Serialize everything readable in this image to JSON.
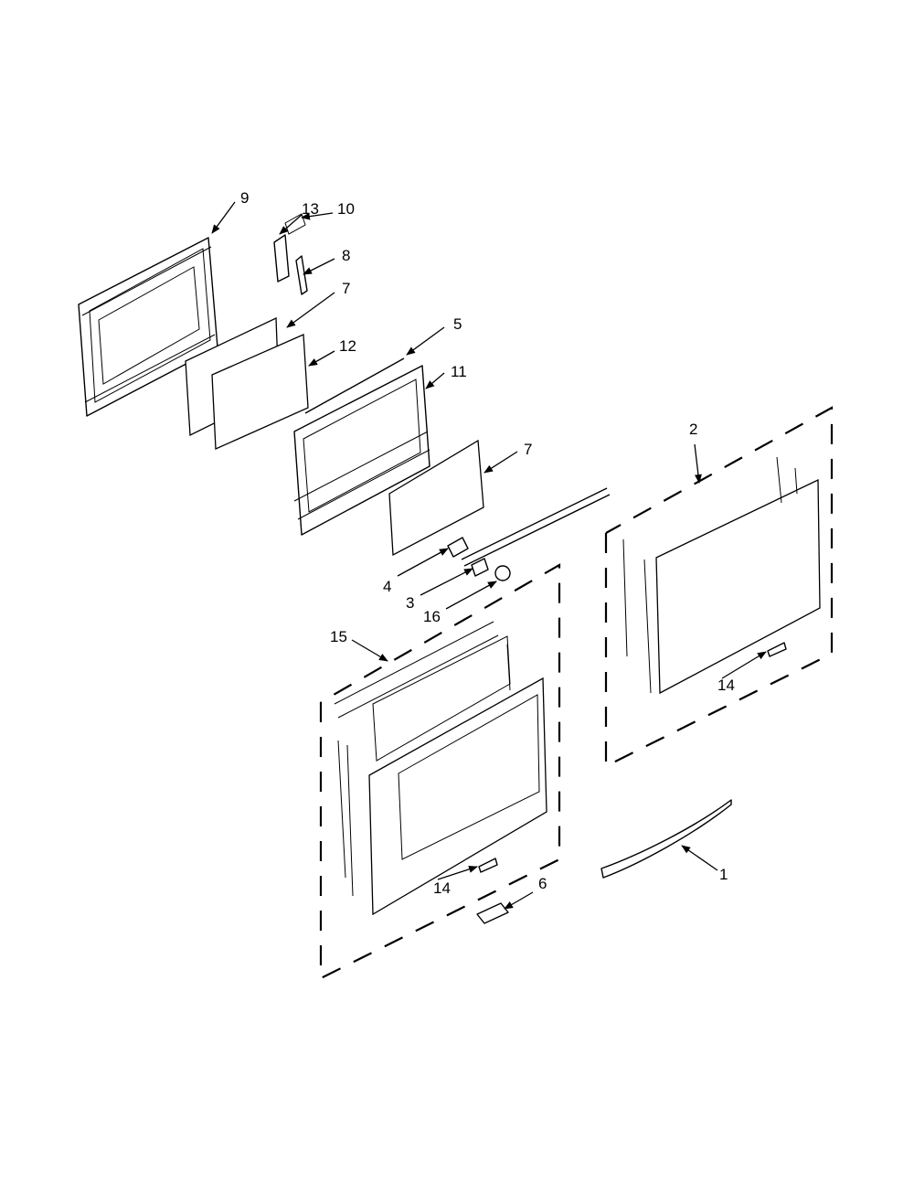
{
  "diagram": {
    "callouts": {
      "c1": "1",
      "c2": "2",
      "c3": "3",
      "c4": "4",
      "c5": "5",
      "c6": "6",
      "c7a": "7",
      "c7b": "7",
      "c8": "8",
      "c9": "9",
      "c10": "10",
      "c11": "11",
      "c12": "12",
      "c13": "13",
      "c14a": "14",
      "c14b": "14",
      "c15": "15",
      "c16": "16"
    }
  }
}
